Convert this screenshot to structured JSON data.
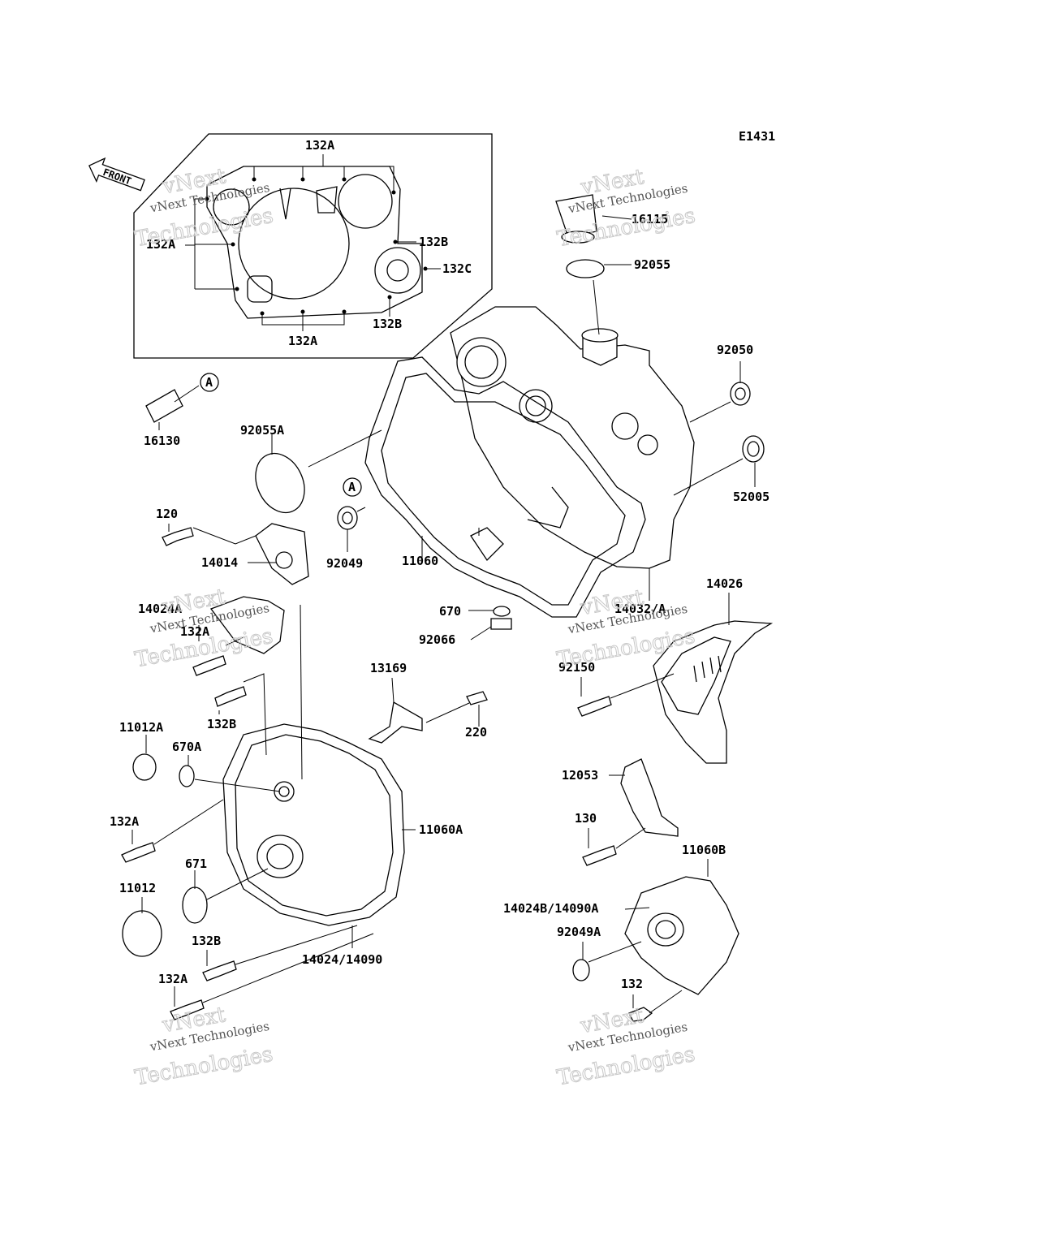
{
  "diagram_code": "E1431",
  "front_label": "FRONT",
  "callout_letter": "A",
  "watermark": {
    "line1": "vNext",
    "line2": "Technologies",
    "small": "vNext Technologies"
  },
  "parts": [
    "132A",
    "132A",
    "132B",
    "132C",
    "132B",
    "132A",
    "16115",
    "92055",
    "92050",
    "52005",
    "16130",
    "92055A",
    "120",
    "14014",
    "92049",
    "11060",
    "670",
    "92066",
    "14032/A",
    "14026",
    "14024A",
    "132A",
    "132B",
    "13169",
    "220",
    "92150",
    "11012A",
    "670A",
    "11060A",
    "12053",
    "132A",
    "130",
    "671",
    "11060B",
    "11012",
    "14024B/14090A",
    "92049A",
    "132B",
    "14024/14090",
    "132A",
    "132"
  ]
}
